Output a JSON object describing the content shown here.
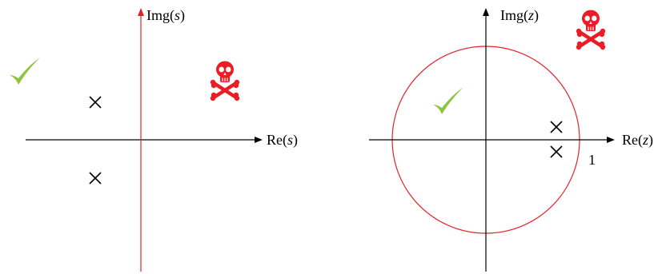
{
  "colors": {
    "axis": "#000000",
    "stability_boundary": "#e8202a",
    "stable_check": "#8cc63f",
    "unstable_skull": "#ec1c24",
    "pole": "#000000",
    "background": "#ffffff"
  },
  "icons": {
    "stable_region": "check-mark-icon",
    "unstable_region": "skull-crossbones-icon",
    "pole": "cross-mark-icon"
  },
  "s_plane": {
    "real_axis": {
      "prefix": "Re(",
      "var": "s",
      "suffix": ")"
    },
    "imag_axis": {
      "prefix": "Img(",
      "var": "s",
      "suffix": ")"
    },
    "pole_count": 2
  },
  "z_plane": {
    "real_axis": {
      "prefix": "Re(",
      "var": "z",
      "suffix": ")"
    },
    "imag_axis": {
      "prefix": "Img(",
      "var": "z",
      "suffix": ")"
    },
    "unit_tick": "1",
    "pole_count": 2
  }
}
